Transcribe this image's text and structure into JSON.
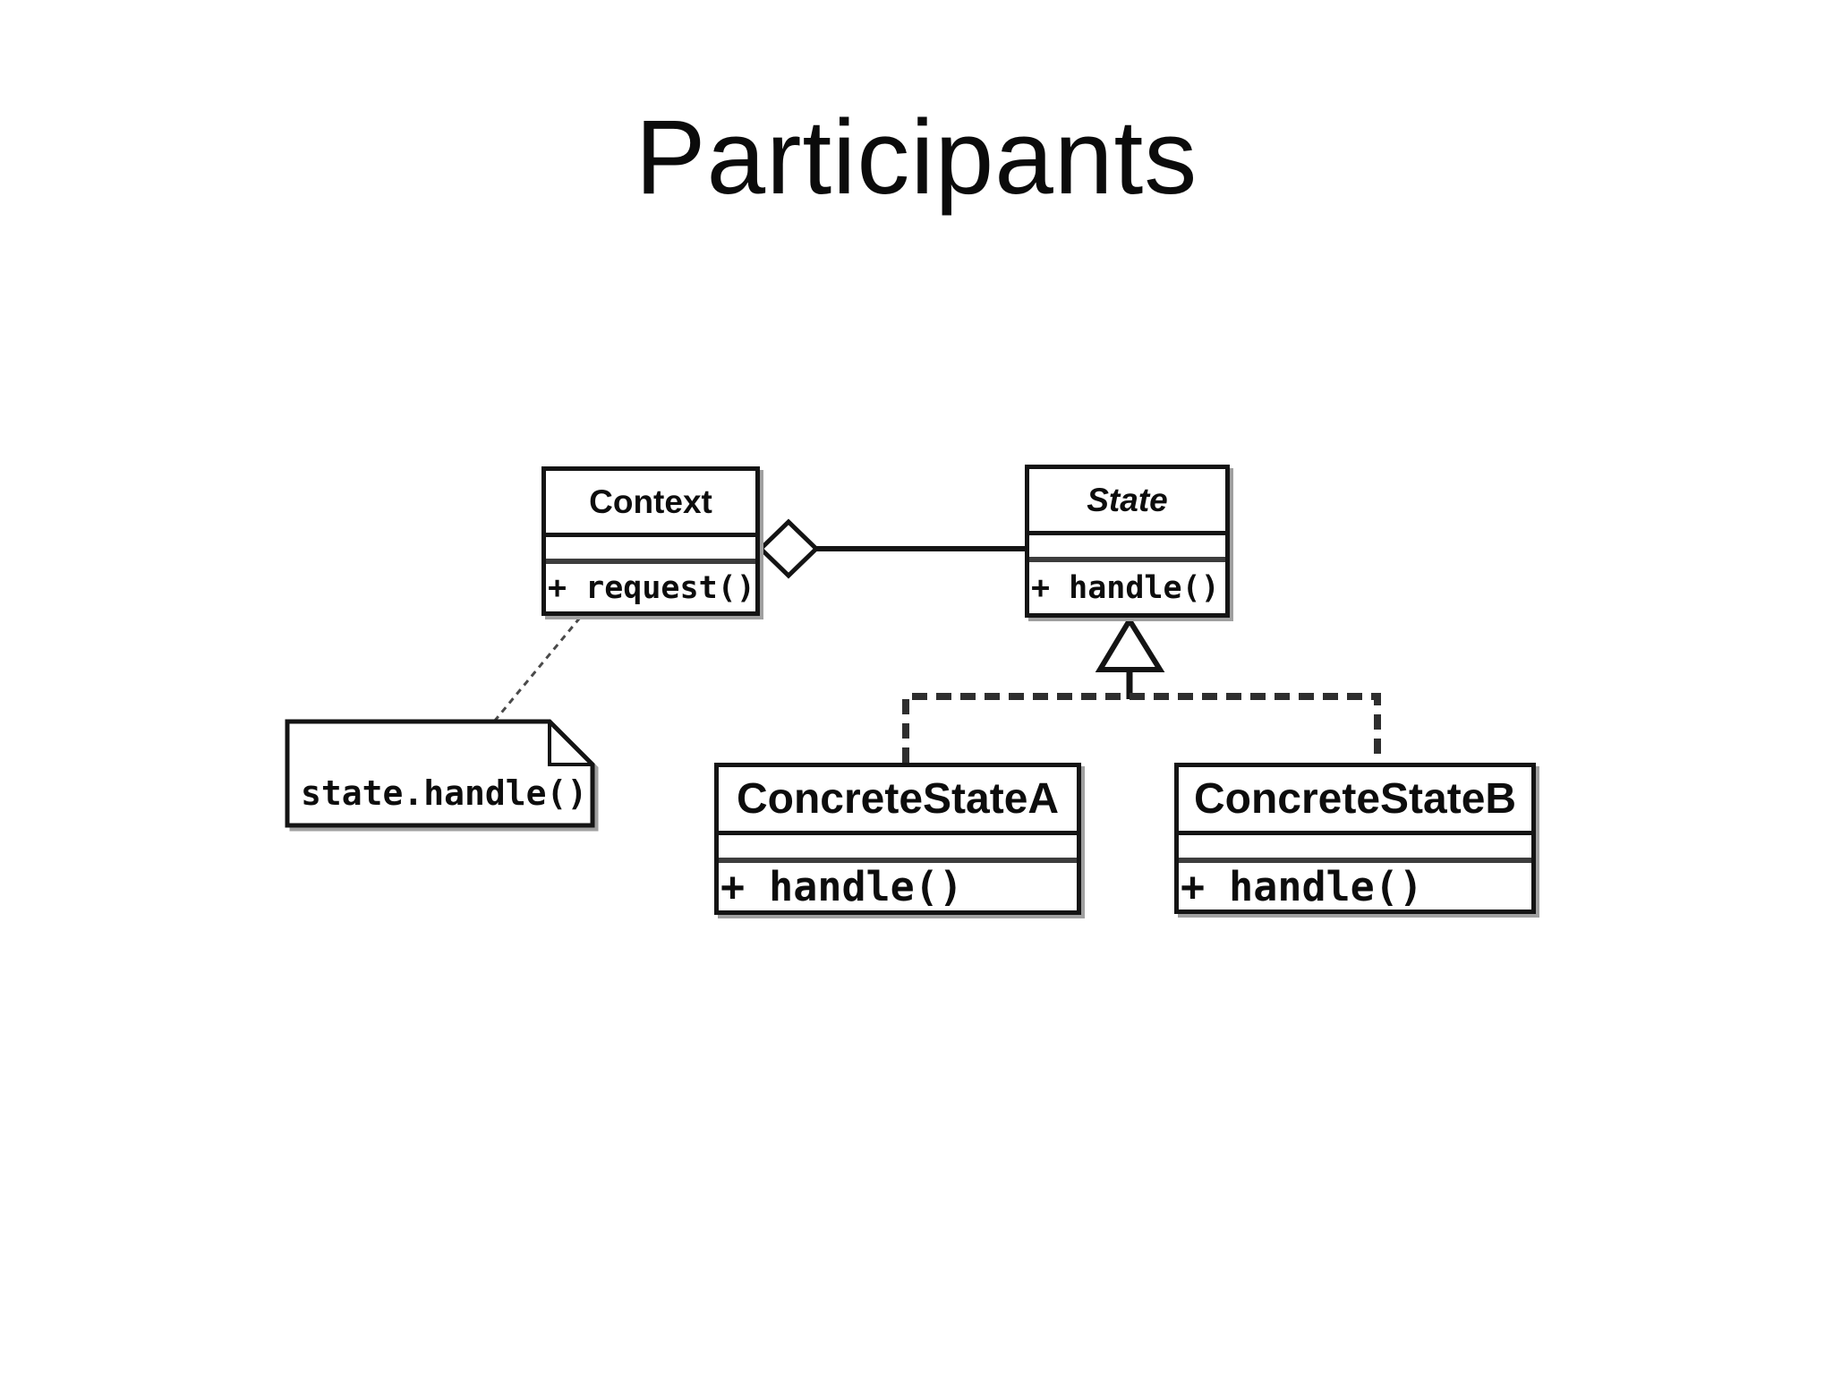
{
  "slide": {
    "title": "Participants"
  },
  "diagram": {
    "kind": "uml-class-diagram",
    "pattern": "State",
    "classes": [
      {
        "id": "context",
        "name": "Context",
        "abstract": false,
        "attributes": [],
        "methods": [
          "+ request()"
        ]
      },
      {
        "id": "state",
        "name": "State",
        "abstract": true,
        "attributes": [],
        "methods": [
          "+ handle()"
        ]
      },
      {
        "id": "concrete-state-a",
        "name": "ConcreteStateA",
        "abstract": false,
        "attributes": [],
        "methods": [
          "+ handle()"
        ]
      },
      {
        "id": "concrete-state-b",
        "name": "ConcreteStateB",
        "abstract": false,
        "attributes": [],
        "methods": [
          "+ handle()"
        ]
      }
    ],
    "note": {
      "text": "state.handle()"
    },
    "relations": [
      {
        "type": "aggregation",
        "from": "Context",
        "to": "State",
        "line": "solid",
        "marker": "hollow-diamond-at-Context"
      },
      {
        "type": "generalization",
        "from": "ConcreteStateA",
        "to": "State",
        "line": "dashed",
        "marker": "hollow-triangle-at-State"
      },
      {
        "type": "generalization",
        "from": "ConcreteStateB",
        "to": "State",
        "line": "dashed",
        "marker": "hollow-triangle-at-State"
      },
      {
        "type": "note-anchor",
        "from": "note",
        "to": "Context",
        "line": "dashed-thin"
      }
    ],
    "colors": {
      "ink": "#141414",
      "fill": "#ffffff",
      "shadow": "#a0a0a0",
      "dash": "#2e2e2e"
    }
  }
}
